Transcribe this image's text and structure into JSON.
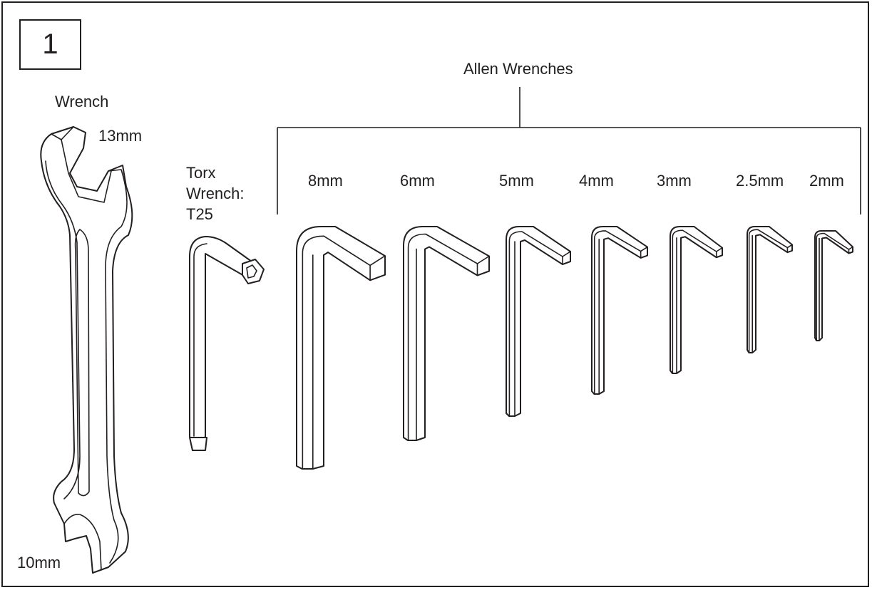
{
  "step_number": "1",
  "wrench": {
    "title": "Wrench",
    "top_size": "13mm",
    "bottom_size": "10mm"
  },
  "torx": {
    "label_lines": [
      "Torx",
      "Wrench:",
      "T25"
    ]
  },
  "allen_group": {
    "title": "Allen Wrenches",
    "sizes": [
      "8mm",
      "6mm",
      "5mm",
      "4mm",
      "3mm",
      "2.5mm",
      "2mm"
    ]
  }
}
